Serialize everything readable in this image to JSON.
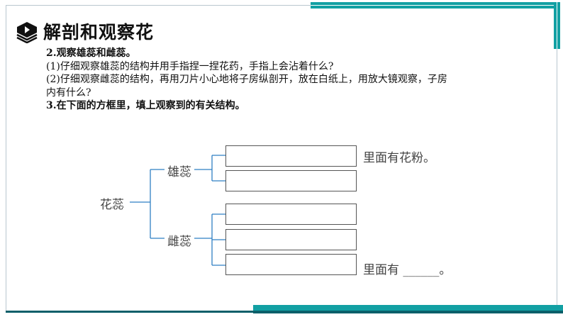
{
  "header": {
    "title": "解剖和观察花",
    "icon": "stacked-layers-play-icon"
  },
  "content": {
    "line1": "2.观察雄蕊和雌蕊。",
    "line2": "(1)仔细观察雄蕊的结构并用手指捏一捏花药，手指上会沾着什么?",
    "line3a": "(2)仔细观察雌蕊的结构，再用刀片小心地将子房纵剖开，放在白纸上，用放大镜观察，子房",
    "line3b": "内有什么?",
    "line4": "3.在下面的方框里，填上观察到的有关结构。"
  },
  "diagram": {
    "root": "花蕊",
    "stamen": "雄蕊",
    "pistil": "雌蕊",
    "note_pollen": "里面有花粉。",
    "note_ovary": "里面有 ______。"
  },
  "colors": {
    "accent": "#12a0a3",
    "accent_dark": "#0b5f6a",
    "line": "#2f7fc4"
  }
}
